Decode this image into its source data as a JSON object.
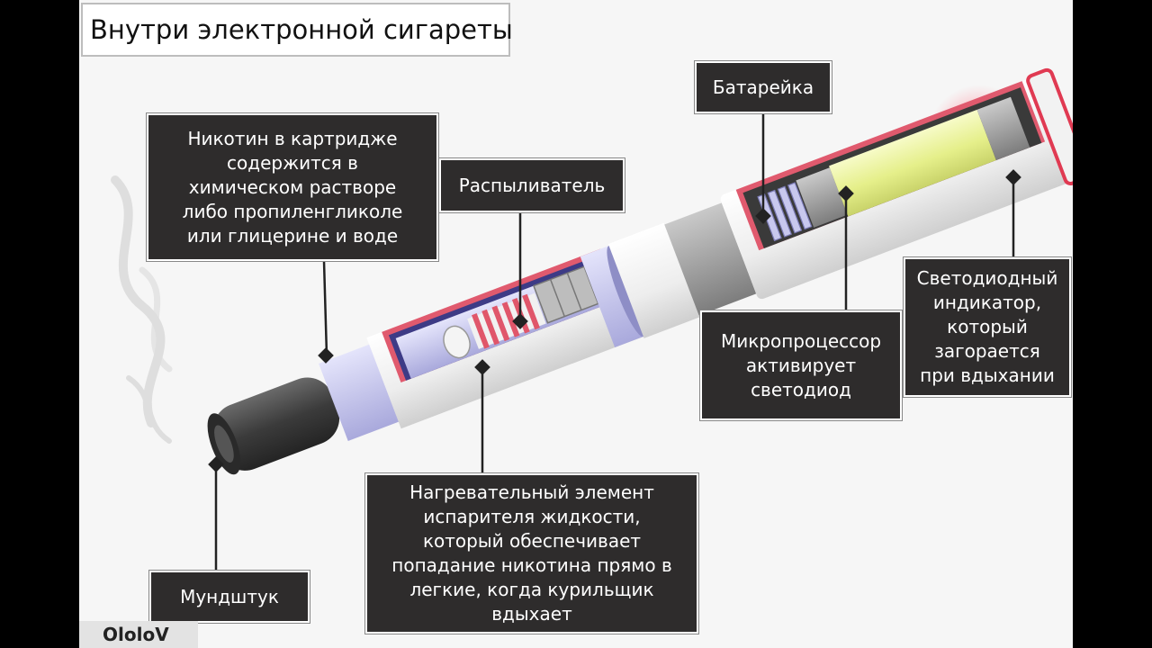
{
  "title": "Внутри электронной сигареты",
  "credit": "OlolоV",
  "labels": {
    "battery": [
      "Батарейка"
    ],
    "nicotine": [
      "Никотин в картридже",
      "содержится в",
      "химическом растворе",
      "либо пропиленгликоле",
      "или глицерине и воде"
    ],
    "atomizer": [
      "Распыливатель"
    ],
    "microprocessor": [
      "Микропроцессор",
      "активирует",
      "светодиод"
    ],
    "led": [
      "Светодиодный",
      "индикатор,",
      "который",
      "загорается",
      "при вдыхании"
    ],
    "heater": [
      "Нагревательный элемент",
      "испарителя жидкости,",
      "который обеспечивает",
      "попадание никотина прямо в",
      "легкие, когда курильщик",
      "вдыхает"
    ],
    "mouthpiece": [
      "Мундштук"
    ]
  },
  "colors": {
    "label_bg": "#2e2c2c",
    "battery_cell": "#eef5a6",
    "led_glow": "#ff2b45",
    "cartridge": "#c8c8f0",
    "heater_coil": "#e0566a",
    "mouthpiece": "#3e3e3e"
  }
}
